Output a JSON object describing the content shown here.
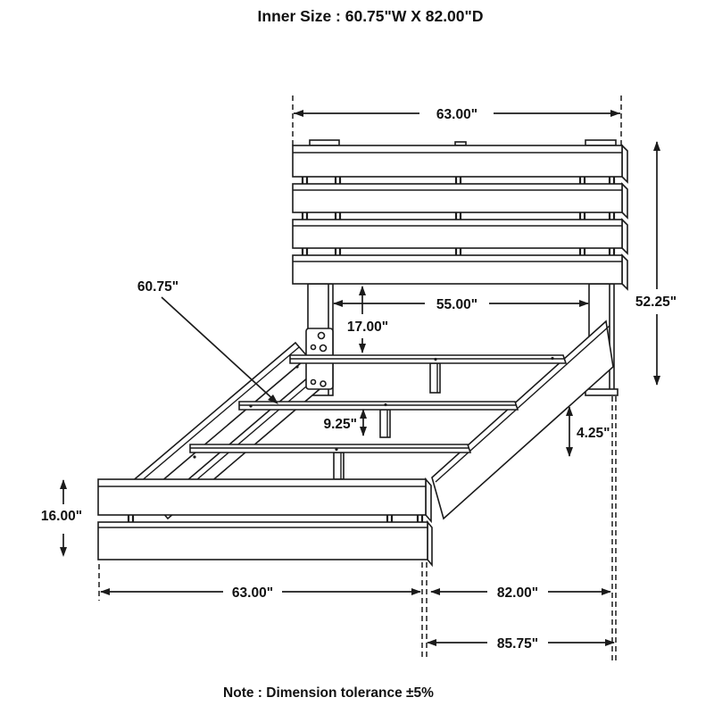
{
  "title": "Inner Size : 60.75\"W X 82.00\"D",
  "note": "Note : Dimension tolerance ±5%",
  "colors": {
    "line": "#1b1b1b",
    "background": "#ffffff"
  },
  "dimensions": {
    "headboard_width": "63.00\"",
    "headboard_height": "52.25\"",
    "leg_inner_width": "55.00\"",
    "underbed_clearance": "17.00\"",
    "slat_length": "60.75\"",
    "platform_height": "9.25\"",
    "rail_floor_clearance": "4.25\"",
    "footboard_height": "16.00\"",
    "footboard_width": "63.00\"",
    "inner_depth": "82.00\"",
    "overall_depth": "85.75\""
  }
}
